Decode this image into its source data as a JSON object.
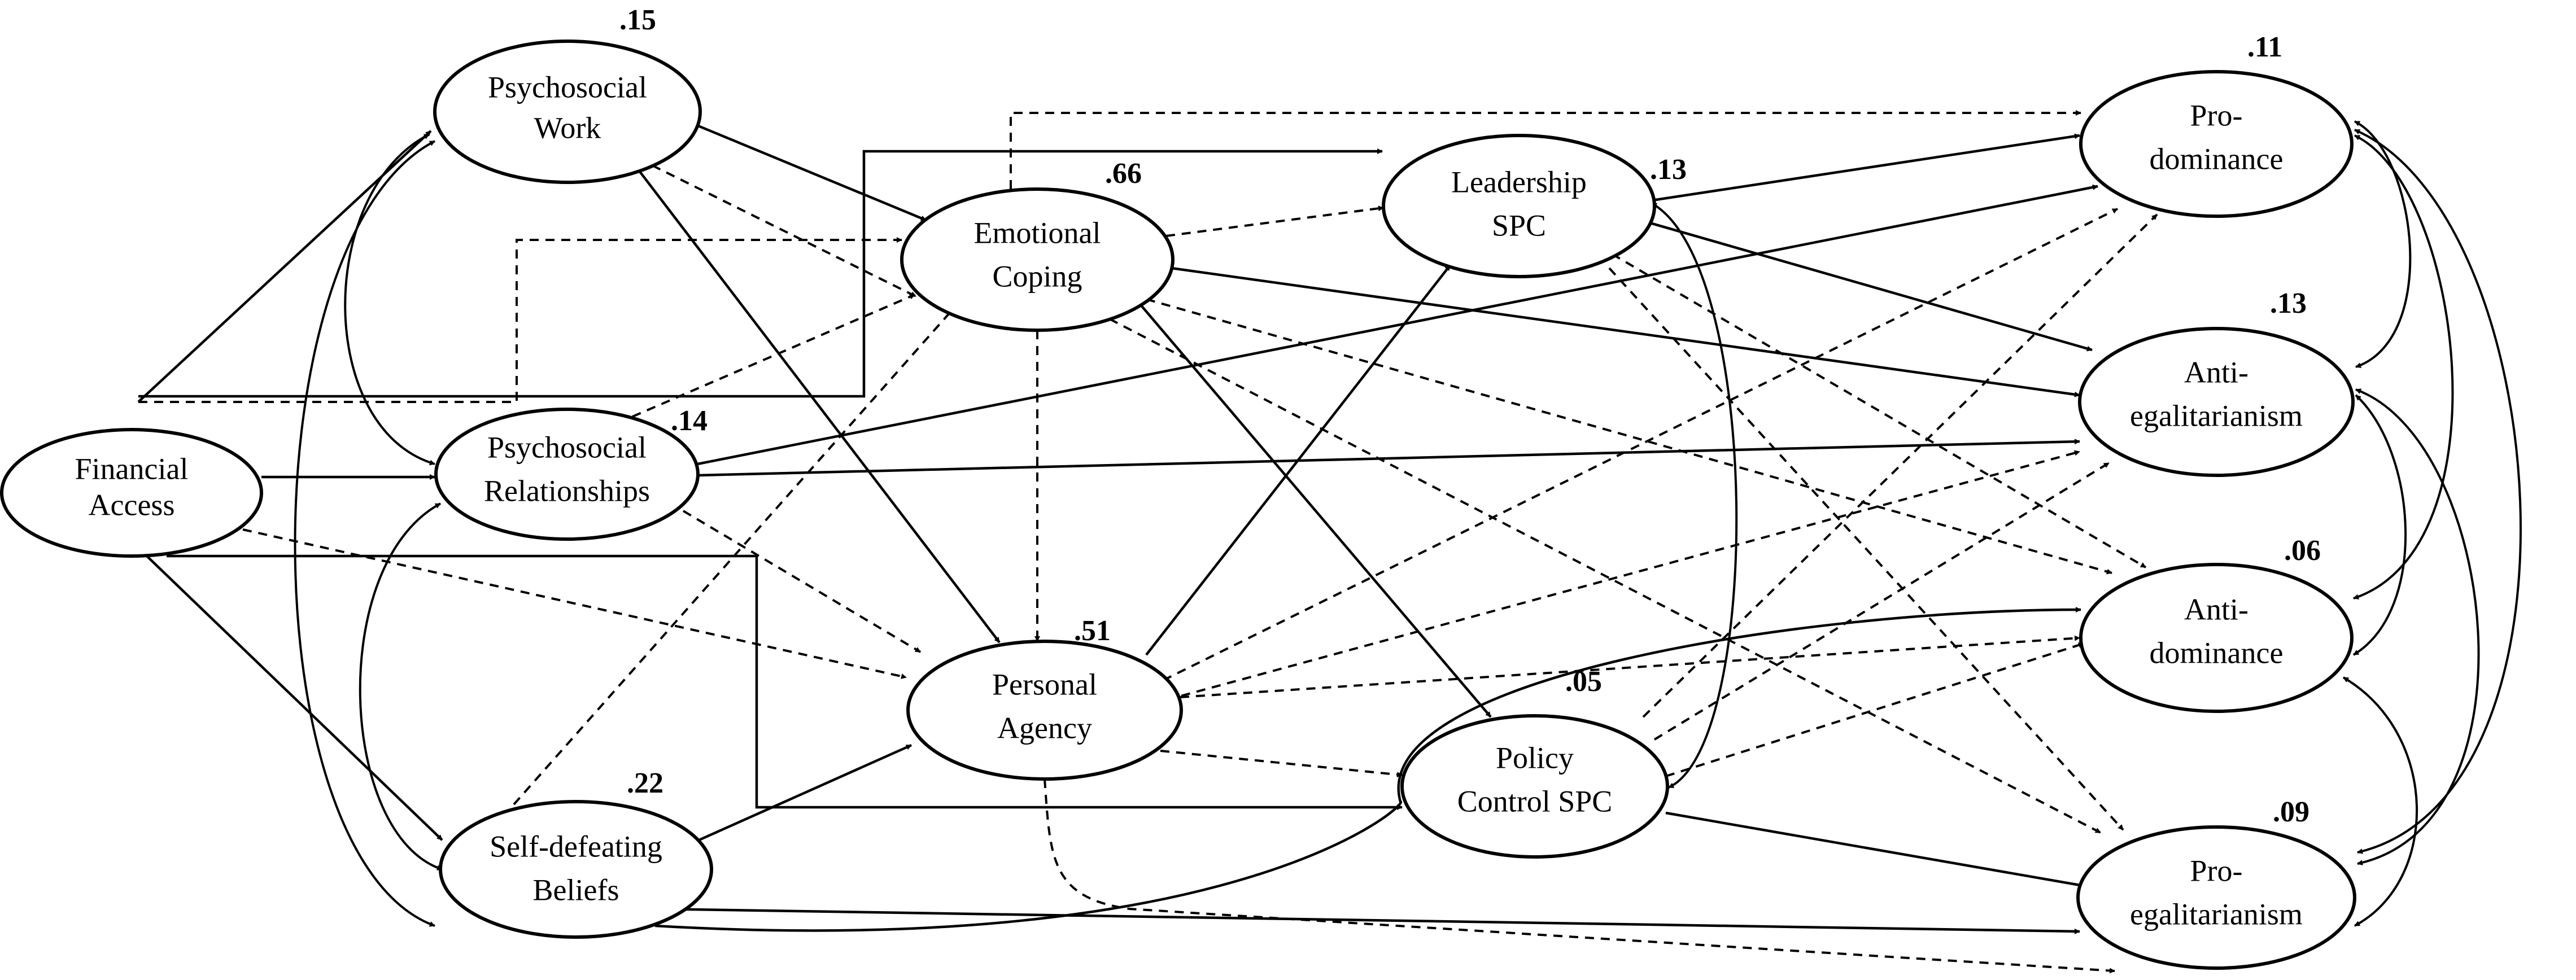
{
  "colors": {
    "stroke": "#000000",
    "background": "#ffffff"
  },
  "nodes": [
    {
      "id": "financial_access",
      "lines": [
        "Financial",
        "Access"
      ],
      "r2": ""
    },
    {
      "id": "psychosocial_work",
      "lines": [
        "Psychosocial",
        "Work"
      ],
      "r2": ".15"
    },
    {
      "id": "psychosocial_relationships",
      "lines": [
        "Psychosocial",
        "Relationships"
      ],
      "r2": ".14"
    },
    {
      "id": "self_defeating_beliefs",
      "lines": [
        "Self-defeating",
        "Beliefs"
      ],
      "r2": ".22"
    },
    {
      "id": "emotional_coping",
      "lines": [
        "Emotional",
        "Coping"
      ],
      "r2": ".66"
    },
    {
      "id": "personal_agency",
      "lines": [
        "Personal",
        "Agency"
      ],
      "r2": ".51"
    },
    {
      "id": "leadership_spc",
      "lines": [
        "Leadership",
        "SPC"
      ],
      "r2": ".13"
    },
    {
      "id": "policy_control_spc",
      "lines": [
        "Policy",
        "Control SPC"
      ],
      "r2": ".05"
    },
    {
      "id": "pro_dominance",
      "lines": [
        "Pro-",
        "dominance"
      ],
      "r2": ".11"
    },
    {
      "id": "anti_egalitarianism",
      "lines": [
        "Anti-",
        "egalitarianism"
      ],
      "r2": ".13"
    },
    {
      "id": "anti_dominance",
      "lines": [
        "Anti-",
        "dominance"
      ],
      "r2": ".06"
    },
    {
      "id": "pro_egalitarianism",
      "lines": [
        "Pro-",
        "egalitarianism"
      ],
      "r2": ".09"
    }
  ],
  "paths": [
    {
      "from": "financial_access",
      "to": "psychosocial_work",
      "style": "solid"
    },
    {
      "from": "financial_access",
      "to": "psychosocial_relationships",
      "style": "solid"
    },
    {
      "from": "financial_access",
      "to": "self_defeating_beliefs",
      "style": "solid"
    },
    {
      "from": "financial_access",
      "to": "leadership_spc",
      "style": "solid"
    },
    {
      "from": "financial_access",
      "to": "emotional_coping",
      "style": "dashed"
    },
    {
      "from": "financial_access",
      "to": "personal_agency",
      "style": "dashed"
    },
    {
      "from": "financial_access",
      "to": "policy_control_spc",
      "style": "solid"
    },
    {
      "from": "psychosocial_work",
      "to": "emotional_coping",
      "style": "solid"
    },
    {
      "from": "psychosocial_work",
      "to": "personal_agency",
      "style": "solid"
    },
    {
      "from": "psychosocial_work",
      "to": "emotional_coping",
      "style": "dashed"
    },
    {
      "from": "psychosocial_relationships",
      "to": "emotional_coping",
      "style": "dashed"
    },
    {
      "from": "psychosocial_relationships",
      "to": "personal_agency",
      "style": "dashed"
    },
    {
      "from": "psychosocial_relationships",
      "to": "pro_dominance",
      "style": "solid"
    },
    {
      "from": "psychosocial_relationships",
      "to": "anti_egalitarianism",
      "style": "solid"
    },
    {
      "from": "self_defeating_beliefs",
      "to": "personal_agency",
      "style": "solid"
    },
    {
      "from": "self_defeating_beliefs",
      "to": "emotional_coping",
      "style": "dashed"
    },
    {
      "from": "self_defeating_beliefs",
      "to": "pro_egalitarianism",
      "style": "solid"
    },
    {
      "from": "self_defeating_beliefs",
      "to": "anti_dominance",
      "style": "solid"
    },
    {
      "from": "emotional_coping",
      "to": "leadership_spc",
      "style": "dashed"
    },
    {
      "from": "emotional_coping",
      "to": "personal_agency",
      "style": "dashed"
    },
    {
      "from": "emotional_coping",
      "to": "policy_control_spc",
      "style": "solid"
    },
    {
      "from": "emotional_coping",
      "to": "anti_egalitarianism",
      "style": "solid"
    },
    {
      "from": "emotional_coping",
      "to": "pro_dominance",
      "style": "dashed"
    },
    {
      "from": "emotional_coping",
      "to": "anti_dominance",
      "style": "dashed"
    },
    {
      "from": "emotional_coping",
      "to": "pro_egalitarianism",
      "style": "dashed"
    },
    {
      "from": "personal_agency",
      "to": "leadership_spc",
      "style": "solid"
    },
    {
      "from": "personal_agency",
      "to": "policy_control_spc",
      "style": "dashed"
    },
    {
      "from": "personal_agency",
      "to": "pro_dominance",
      "style": "dashed"
    },
    {
      "from": "personal_agency",
      "to": "anti_egalitarianism",
      "style": "dashed"
    },
    {
      "from": "personal_agency",
      "to": "anti_dominance",
      "style": "dashed"
    },
    {
      "from": "personal_agency",
      "to": "pro_egalitarianism",
      "style": "dashed"
    },
    {
      "from": "leadership_spc",
      "to": "pro_dominance",
      "style": "solid"
    },
    {
      "from": "leadership_spc",
      "to": "anti_egalitarianism",
      "style": "solid"
    },
    {
      "from": "leadership_spc",
      "to": "anti_dominance",
      "style": "dashed"
    },
    {
      "from": "leadership_spc",
      "to": "pro_egalitarianism",
      "style": "dashed"
    },
    {
      "from": "policy_control_spc",
      "to": "pro_dominance",
      "style": "dashed"
    },
    {
      "from": "policy_control_spc",
      "to": "anti_egalitarianism",
      "style": "dashed"
    },
    {
      "from": "policy_control_spc",
      "to": "anti_dominance",
      "style": "dashed"
    },
    {
      "from": "policy_control_spc",
      "to": "pro_egalitarianism",
      "style": "solid"
    }
  ],
  "covariances": [
    {
      "between": [
        "psychosocial_work",
        "psychosocial_relationships"
      ]
    },
    {
      "between": [
        "psychosocial_work",
        "self_defeating_beliefs"
      ]
    },
    {
      "between": [
        "psychosocial_relationships",
        "self_defeating_beliefs"
      ]
    },
    {
      "between": [
        "leadership_spc",
        "policy_control_spc"
      ]
    },
    {
      "between": [
        "pro_dominance",
        "anti_egalitarianism"
      ]
    },
    {
      "between": [
        "pro_dominance",
        "anti_dominance"
      ]
    },
    {
      "between": [
        "pro_dominance",
        "pro_egalitarianism"
      ]
    },
    {
      "between": [
        "anti_egalitarianism",
        "anti_dominance"
      ]
    },
    {
      "between": [
        "anti_egalitarianism",
        "pro_egalitarianism"
      ]
    },
    {
      "between": [
        "anti_dominance",
        "pro_egalitarianism"
      ]
    }
  ]
}
